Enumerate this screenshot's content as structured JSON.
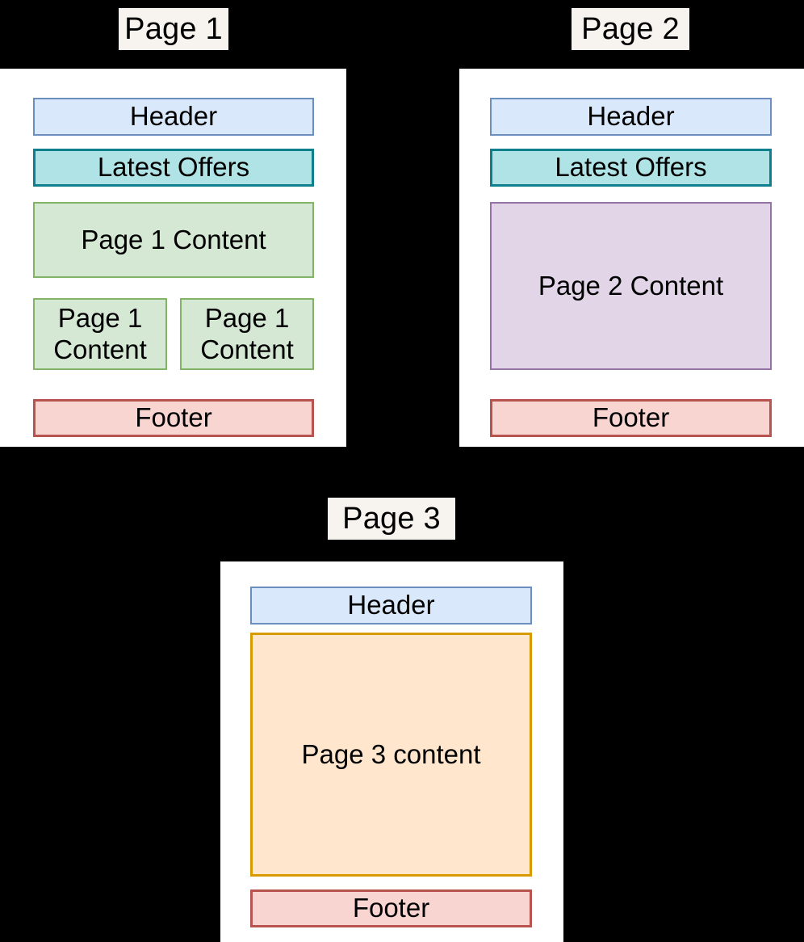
{
  "diagram": {
    "title": "Three page wireframe layouts",
    "background_color": "#000000",
    "panel_color": "#ffffff",
    "label_background_color": "#f7f4ef"
  },
  "palette": {
    "header_fill": "#dae8fc",
    "header_stroke": "#6c8ebf",
    "offers_fill": "#b0e3e6",
    "offers_stroke": "#0e7f8c",
    "green_fill": "#d5e8d4",
    "green_stroke": "#82b366",
    "purple_fill": "#e1d5e7",
    "purple_stroke": "#9673a6",
    "orange_fill": "#ffe6cc",
    "orange_stroke": "#d79b00",
    "footer_fill": "#f8d5d0",
    "footer_stroke": "#b85450"
  },
  "pages": [
    {
      "id": "page-1",
      "label": "Page 1",
      "blocks": [
        {
          "name": "header",
          "text": "Header"
        },
        {
          "name": "latest-offers",
          "text": "Latest Offers"
        },
        {
          "name": "content-main",
          "text": "Page 1 Content"
        },
        {
          "name": "content-left",
          "text": "Page 1\nContent"
        },
        {
          "name": "content-right",
          "text": "Page 1\nContent"
        },
        {
          "name": "footer",
          "text": "Footer"
        }
      ]
    },
    {
      "id": "page-2",
      "label": "Page 2",
      "blocks": [
        {
          "name": "header",
          "text": "Header"
        },
        {
          "name": "latest-offers",
          "text": "Latest Offers"
        },
        {
          "name": "content-main",
          "text": "Page 2 Content"
        },
        {
          "name": "footer",
          "text": "Footer"
        }
      ]
    },
    {
      "id": "page-3",
      "label": "Page 3",
      "blocks": [
        {
          "name": "header",
          "text": "Header"
        },
        {
          "name": "content-main",
          "text": "Page 3 content"
        },
        {
          "name": "footer",
          "text": "Footer"
        }
      ]
    }
  ]
}
